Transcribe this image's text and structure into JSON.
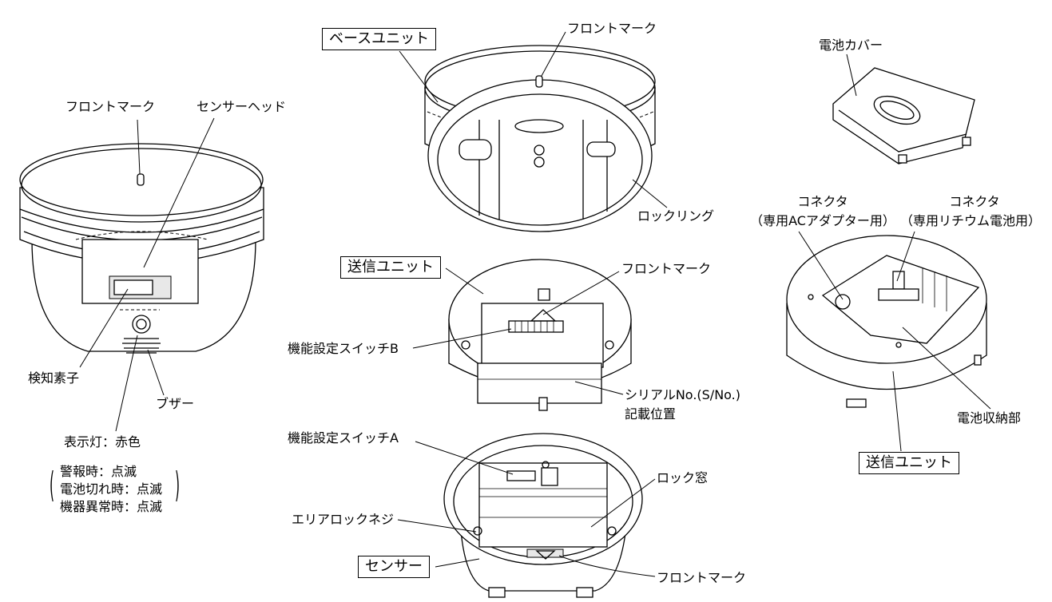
{
  "labels": {
    "front_mark_sensor": "フロントマーク",
    "sensor_head": "センサーヘッド",
    "detection_element": "検知素子",
    "buzzer": "ブザー",
    "indicator": "表示灯：赤色",
    "status_alarm": "警報時：点滅",
    "status_battery": "電池切れ時：点滅",
    "status_error": "機器異常時：点滅",
    "base_unit": "ベースユニット",
    "front_mark_base": "フロントマーク",
    "lock_ring": "ロックリング",
    "transmit_unit_middle": "送信ユニット",
    "front_mark_transmit": "フロントマーク",
    "func_switch_b": "機能設定スイッチB",
    "serial_line1": "シリアルNo.(S/No.)",
    "serial_line2": "記載位置",
    "func_switch_a": "機能設定スイッチA",
    "lock_window": "ロック窓",
    "area_lock_screw": "エリアロックネジ",
    "sensor_box": "センサー",
    "front_mark_bottom": "フロントマーク",
    "battery_cover": "電池カバー",
    "connector1_line1": "コネクタ",
    "connector1_line2": "（専用ACアダプター用）",
    "connector2_line1": "コネクタ",
    "connector2_line2": "（専用リチウム電池用）",
    "battery_compartment": "電池収納部",
    "transmit_unit_right": "送信ユニット"
  }
}
